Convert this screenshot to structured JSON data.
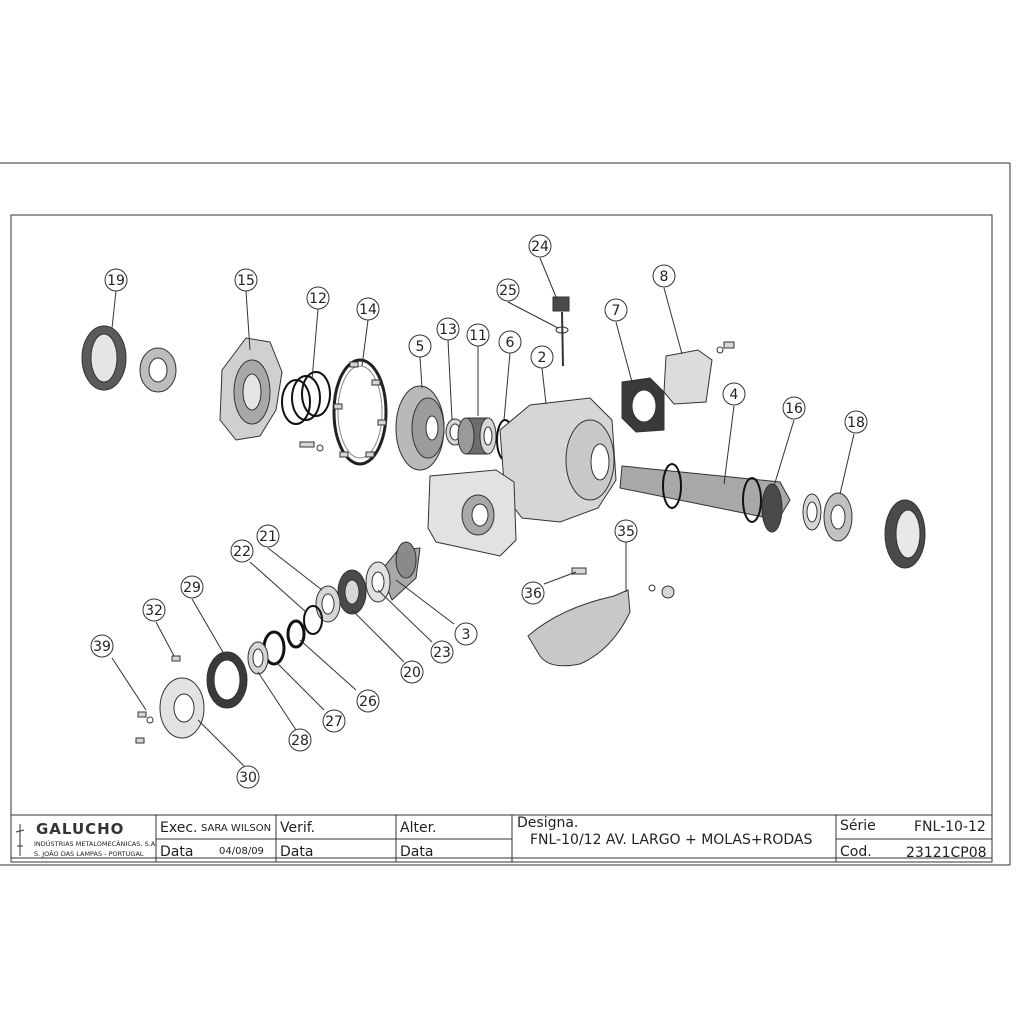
{
  "callouts": [
    {
      "num": "19"
    },
    {
      "num": "15"
    },
    {
      "num": "12"
    },
    {
      "num": "14"
    },
    {
      "num": "5"
    },
    {
      "num": "13"
    },
    {
      "num": "11"
    },
    {
      "num": "6"
    },
    {
      "num": "2"
    },
    {
      "num": "24"
    },
    {
      "num": "25"
    },
    {
      "num": "7"
    },
    {
      "num": "8"
    },
    {
      "num": "4"
    },
    {
      "num": "16"
    },
    {
      "num": "18"
    },
    {
      "num": "21"
    },
    {
      "num": "22"
    },
    {
      "num": "29"
    },
    {
      "num": "32"
    },
    {
      "num": "39"
    },
    {
      "num": "3"
    },
    {
      "num": "23"
    },
    {
      "num": "20"
    },
    {
      "num": "26"
    },
    {
      "num": "27"
    },
    {
      "num": "28"
    },
    {
      "num": "30"
    },
    {
      "num": "35"
    },
    {
      "num": "36"
    }
  ],
  "title_block": {
    "company": "GALUCHO",
    "company_line1": "INDÚSTRIAS METALOMECÂNICAS, S.A.",
    "company_line2": "S. JOÃO DAS LAMPAS - PORTUGAL",
    "exec_label": "Exec.",
    "exec_value": "SARA WILSON",
    "date_label": "Data",
    "date_value": "04/08/09",
    "verif_label": "Verif.",
    "verif_date_label": "Data",
    "alter_label": "Alter.",
    "alter_date_label": "Data",
    "designation_label": "Designa.",
    "designation_value": "FNL-10/12 AV. LARGO + MOLAS+RODAS",
    "serie_label": "Série",
    "serie_value": "FNL-10-12",
    "cod_label": "Cod.",
    "cod_value": "23121CP08"
  },
  "colors": {
    "line": "#333333",
    "part_fill": "#d6d6d6",
    "part_dark": "#5a5a5a",
    "part_mid": "#a8a8a8"
  }
}
